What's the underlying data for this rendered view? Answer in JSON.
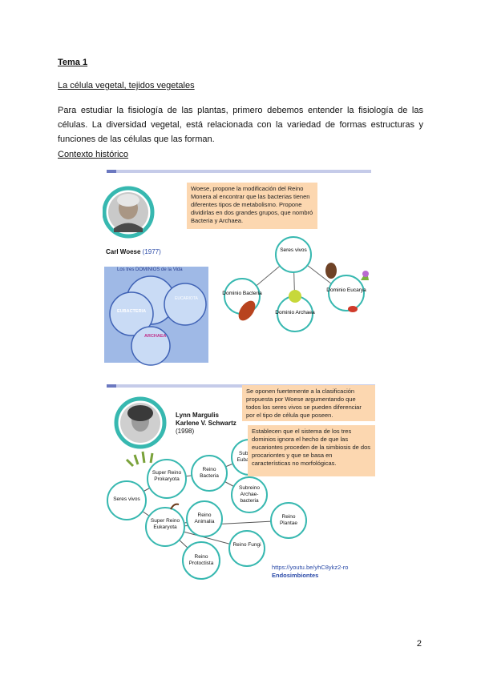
{
  "heading": "Tema 1",
  "subtitle": "La célula vegetal, tejidos vegetales",
  "intro": "Para estudiar la fisiología de las plantas, primero debemos entender la fisiología de las células. La diversidad vegetal, está relacionada con la variedad de formas estructuras y funciones de las células que las forman.",
  "context_heading": "Contexto histórico",
  "woese": {
    "note": "Woese, propone la modificación del Reino Monera al encontrar que las bacterias tienen diferentes tipos de metabolismo. Propone dividirlas en dos grandes grupos, que nombró Bacteria y Archaea.",
    "name": "Carl Woese",
    "year": "(1977)",
    "diagram": {
      "root": "Seres vivos",
      "bacteria": "Dominio Bacteria",
      "archaea": "Dominio Archaea",
      "eucarya": "Dominio Eucarya"
    },
    "poster": {
      "title": "Los tres DOMINIOS de la Vida",
      "eucariota": "EUCARIOTA",
      "eubacteria": "EUBACTERIA",
      "archaea": "ARCHAEA"
    }
  },
  "margulis": {
    "note1": "Se oponen fuertemente a la clasificación propuesta por Woese argumentando que todos los seres vivos se pueden diferenciar por el tipo de célula que poseen.",
    "note2": "Establecen que el sistema de los tres dominios ignora el hecho de que las eucariontes proceden de la simbiosis de dos procariontes y que se basa en características no morfológicas.",
    "name1": "Lynn Margulis",
    "name2": "Karlene V. Schwartz",
    "year": "(1998)",
    "diagram": {
      "seres_vivos": "Seres vivos",
      "super_prok": "Super Reino Prokaryota",
      "super_euk": "Super Reino Eukaryota",
      "reino_bacteria": "Reino Bacteria",
      "subreino_eu": "Subreino Eubacteria",
      "subreino_arch": "Subreino Archae-bacteria",
      "animalia": "Reino Animalia",
      "plantae": "Reino Plantae",
      "fungi": "Reino Fungi",
      "protoctista": "Reino Protoctista"
    },
    "link": "https://youtu.be/yhC8ykz2-ro",
    "link_label": "Endosimbiontes"
  },
  "page_number": "2"
}
